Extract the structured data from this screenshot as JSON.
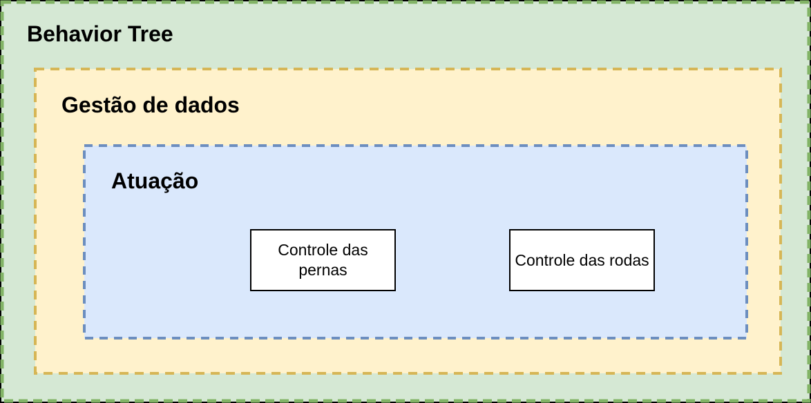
{
  "containers": {
    "behavior_tree": {
      "label": "Behavior Tree",
      "fill": "#d5e8d4",
      "stroke": "#82b366",
      "outline": "#000000"
    },
    "gestao_de_dados": {
      "label": "Gestão de dados",
      "fill": "#fff2cc",
      "stroke": "#d6b656"
    },
    "atuacao": {
      "label": "Atuação",
      "fill": "#dae8fc",
      "stroke": "#6c8ebf"
    }
  },
  "nodes": [
    {
      "label": "Controle das\npernas",
      "fill": "#ffffff",
      "stroke": "#000000"
    },
    {
      "label": "Controle das rodas",
      "fill": "#ffffff",
      "stroke": "#000000"
    }
  ]
}
